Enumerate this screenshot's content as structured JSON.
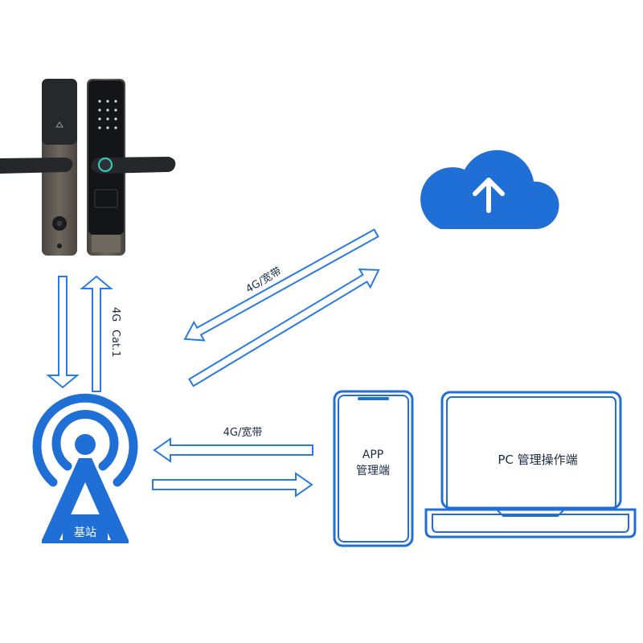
{
  "colors": {
    "accent": "#1f6fd6",
    "arrow_stroke": "#2a7be0",
    "text": "#1c2b44",
    "lock_dark": "#222428",
    "lock_metal": "#5f5952"
  },
  "icons": {
    "lock": "smart-door-lock",
    "cloud": "cloud-upload-icon",
    "tower": "cell-tower-icon",
    "phone": "smartphone-icon",
    "laptop": "laptop-icon"
  },
  "labels": {
    "vertical_line1": "4G",
    "vertical_line2": "Cat.1",
    "cloud_link": "4G/宽带",
    "app_link": "4G/宽带",
    "tower": "基站",
    "app_line1": "APP",
    "app_line2": "管理端",
    "pc": "PC 管理操作端"
  }
}
